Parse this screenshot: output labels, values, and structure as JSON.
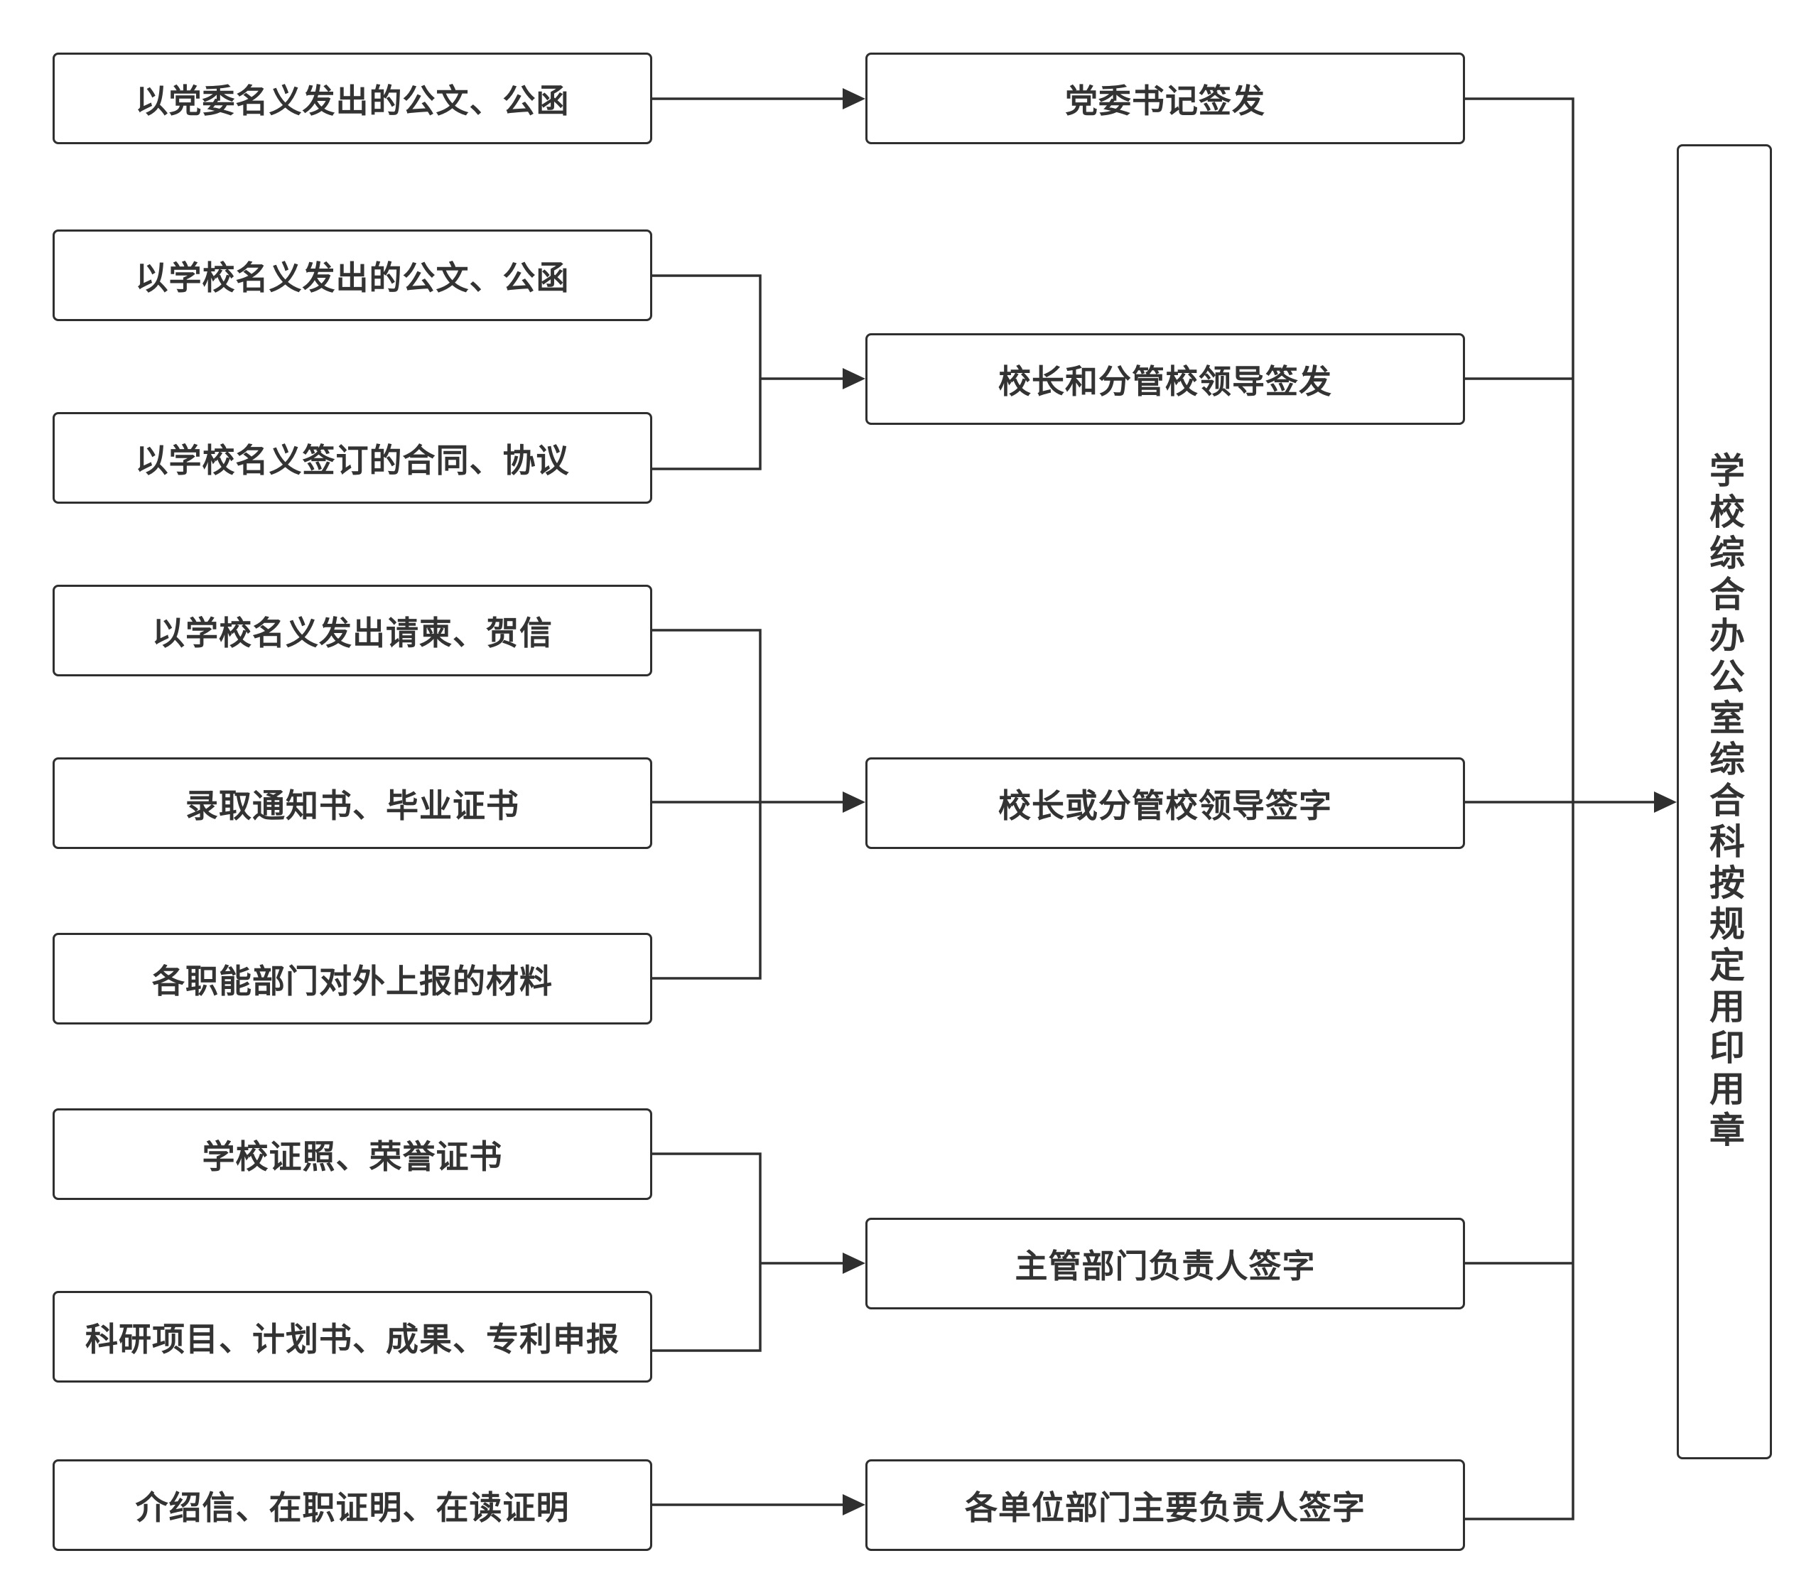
{
  "colors": {
    "stroke": "#2f2f2f",
    "text": "#333333",
    "background": "#ffffff"
  },
  "sources": [
    {
      "id": "s1",
      "label": "以党委名义发出的公文、公函"
    },
    {
      "id": "s2",
      "label": "以学校名义发出的公文、公函"
    },
    {
      "id": "s3",
      "label": "以学校名义签订的合同、协议"
    },
    {
      "id": "s4",
      "label": "以学校名义发出请柬、贺信"
    },
    {
      "id": "s5",
      "label": "录取通知书、毕业证书"
    },
    {
      "id": "s6",
      "label": "各职能部门对外上报的材料"
    },
    {
      "id": "s7",
      "label": "学校证照、荣誉证书"
    },
    {
      "id": "s8",
      "label": "科研项目、计划书、成果、专利申报"
    },
    {
      "id": "s9",
      "label": "介绍信、在职证明、在读证明"
    }
  ],
  "approvals": [
    {
      "id": "a1",
      "label": "党委书记签发"
    },
    {
      "id": "a2",
      "label": "校长和分管校领导签发"
    },
    {
      "id": "a3",
      "label": "校长或分管校领导签字"
    },
    {
      "id": "a4",
      "label": "主管部门负责人签字"
    },
    {
      "id": "a5",
      "label": "各单位部门主要负责人签字"
    }
  ],
  "target": {
    "label": "学校综合办公室综合科按规定用印用章"
  }
}
